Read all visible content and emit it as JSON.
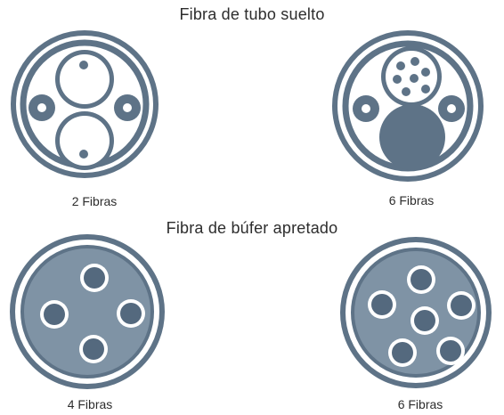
{
  "sections": {
    "loose_tube": {
      "title": "Fibra de tubo suelto"
    },
    "tight_buffer": {
      "title": "Fibra de búfer apretado"
    }
  },
  "cables": {
    "loose_2": {
      "caption": "2 Fibras",
      "fiber_count": 2
    },
    "loose_6": {
      "caption": "6 Fibras",
      "fiber_count": 6
    },
    "tight_4": {
      "caption": "4 Fibras",
      "fiber_count": 4
    },
    "tight_6": {
      "caption": "6 Fibras",
      "fiber_count": 6
    }
  },
  "colors": {
    "jacket": "#5e7387",
    "fill": "#7f93a5",
    "fiber_core": "#54697e",
    "background": "#ffffff",
    "text": "#2d2d2d"
  }
}
